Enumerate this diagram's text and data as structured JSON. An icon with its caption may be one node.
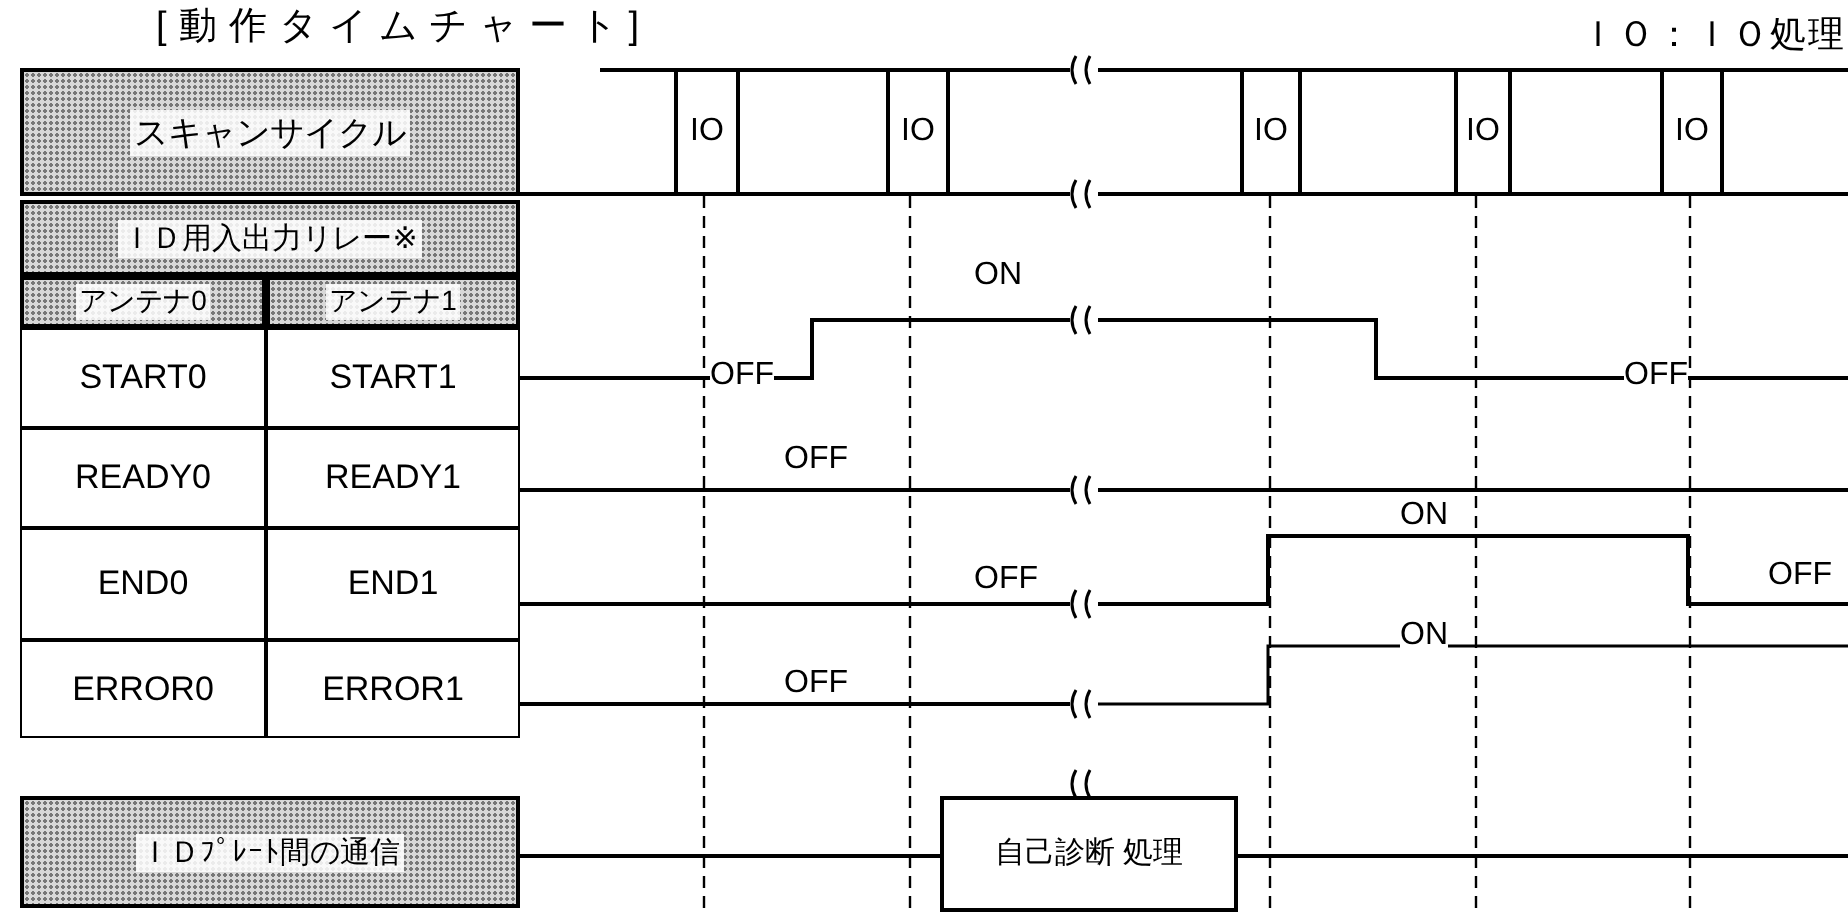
{
  "diagram": {
    "title": "[動作タイムチャート]",
    "nodes": [
      {
        "text": [
          "スキャンサイクル"
        ]
      },
      {
        "text": [
          "ＩＤ用入出力リレー※"
        ]
      },
      {
        "text": [
          "アンテナ0"
        ]
      },
      {
        "text": [
          "アンテナ1"
        ]
      },
      {
        "text": [
          "START0"
        ]
      },
      {
        "text": [
          "START1"
        ]
      },
      {
        "text": [
          "READY0"
        ]
      },
      {
        "text": [
          "READY1"
        ]
      },
      {
        "text": [
          "END0"
        ]
      },
      {
        "text": [
          "END1"
        ]
      },
      {
        "text": [
          "ERROR0"
        ]
      },
      {
        "text": [
          "ERROR1"
        ]
      },
      {
        "text": [
          "ＩＤﾌﾟﾚｰﾄ間の通信"
        ]
      },
      {
        "text": [
          "IO"
        ]
      },
      {
        "text": [
          "IO"
        ]
      },
      {
        "text": [
          "IO"
        ]
      },
      {
        "text": [
          "IO"
        ]
      },
      {
        "text": [
          "IO"
        ]
      },
      {
        "text": [
          "自己診断 処理"
        ]
      }
    ],
    "edges": [
      {
        "from": 12,
        "to": 18,
        "arrow": "none"
      }
    ],
    "labels": [
      "ＩＯ：ＩＯ処理",
      "ON",
      "OFF",
      "OFF",
      "OFF",
      "ON",
      "OFF",
      "OFF",
      "ON",
      "OFF"
    ]
  }
}
